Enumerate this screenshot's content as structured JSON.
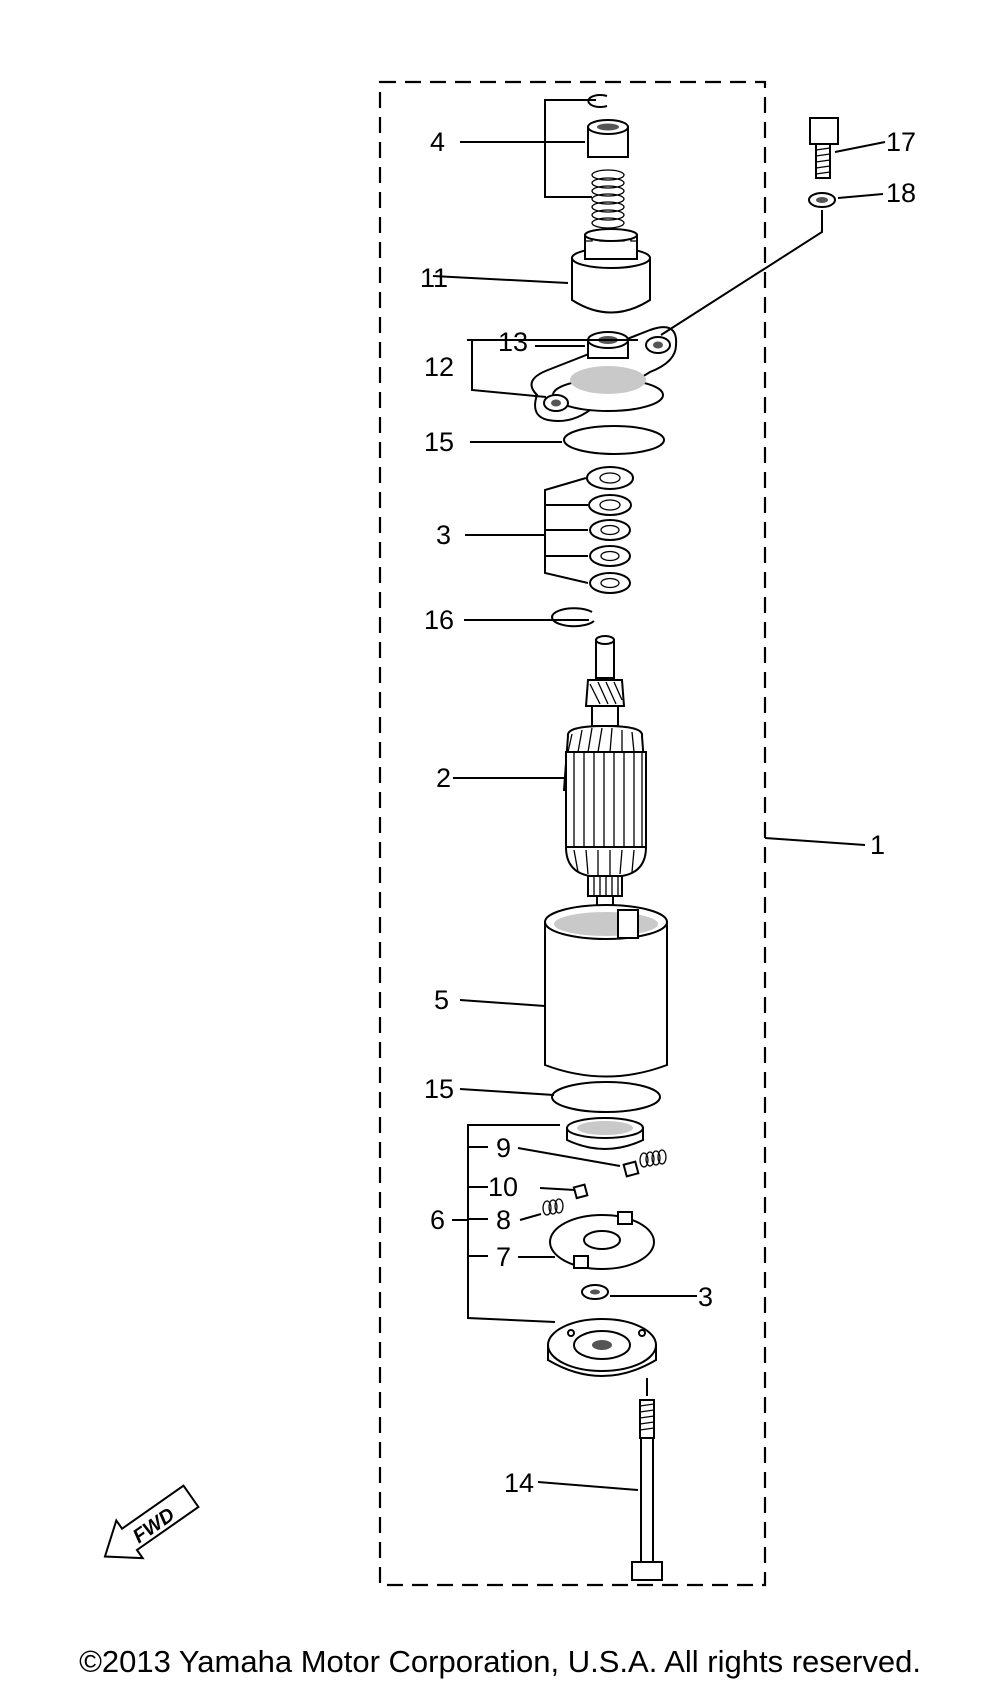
{
  "diagram": {
    "labels": {
      "p1": "1",
      "p2": "2",
      "p3a": "3",
      "p3b": "3",
      "p4": "4",
      "p5": "5",
      "p6": "6",
      "p7": "7",
      "p8": "8",
      "p9": "9",
      "p10": "10",
      "p11": "11",
      "p12": "12",
      "p13": "13",
      "p14": "14",
      "p15a": "15",
      "p15b": "15",
      "p16": "16",
      "p17": "17",
      "p18": "18"
    },
    "direction_label": "FWD"
  },
  "footer": {
    "copyright": "©2013 Yamaha Motor Corporation, U.S.A. All rights reserved."
  }
}
